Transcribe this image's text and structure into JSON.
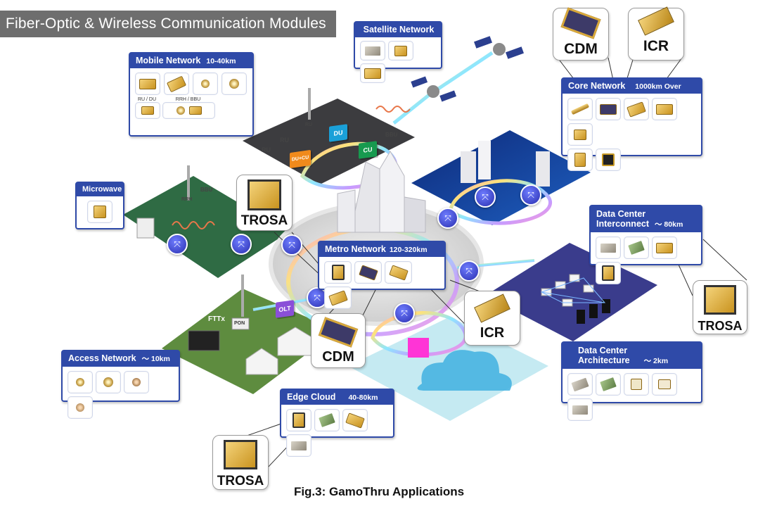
{
  "header": {
    "title": "Fiber-Optic & Wireless Communication Modules"
  },
  "caption": "Fig.3: GamoThru Applications",
  "cards": {
    "satellite": {
      "title": "Satellite Network"
    },
    "mobile": {
      "title": "Mobile Network",
      "range": "10-40km",
      "sub1": "RU / DU",
      "sub2": "RRH / BBU"
    },
    "core": {
      "title": "Core Network",
      "range": "1000km Over"
    },
    "microwave": {
      "title": "Microwave"
    },
    "metro": {
      "title": "Metro Network",
      "range": "120-320km"
    },
    "dci": {
      "title_line1": "Data Center",
      "title_line2": "Interconnect",
      "range": "～ 80km"
    },
    "dca": {
      "title_line1": "Data Center",
      "title_line2": "Architecture",
      "range": "～ 2km"
    },
    "access": {
      "title": "Access Network",
      "range": "～ 10km"
    },
    "edge": {
      "title": "Edge Cloud",
      "range": "40-80km"
    }
  },
  "callouts": {
    "cdm_top": "CDM",
    "icr_top": "ICR",
    "trosa_left": "TROSA",
    "trosa_right": "TROSA",
    "icr_mid": "ICR",
    "cdm_mid": "CDM",
    "trosa_bottom": "TROSA"
  },
  "scene_labels": {
    "ru1": "RU",
    "ru2": "RU",
    "ru3": "RU",
    "du": "DU",
    "cu": "CU",
    "bbu": "BBU",
    "ducu": "DU+CU",
    "bbu_left": "BBU",
    "rrh": "RRH",
    "fttx": "FTTx",
    "pon": "PON",
    "olt": "OLT"
  },
  "colors": {
    "card_blue": "#2f4aa8",
    "gold": "#c9931f",
    "title_bg": "#6e6e6e"
  }
}
